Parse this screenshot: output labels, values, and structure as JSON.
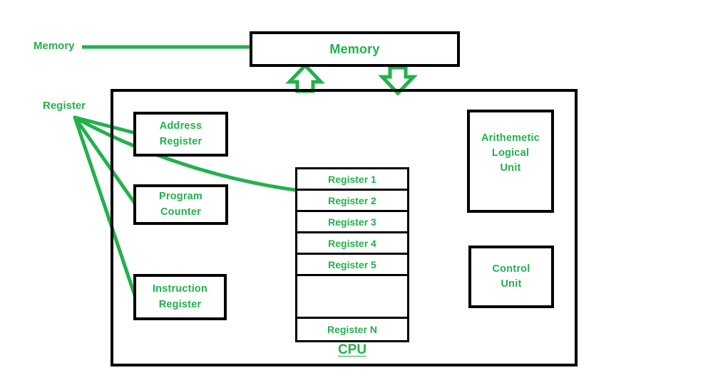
{
  "diagram": {
    "title": "CPU and Memory Register Diagram",
    "accent_color": "#22b14c",
    "line_color": "#000000",
    "background": "#ffffff"
  },
  "labels": {
    "memory_callout": "Memory",
    "register_callout": "Register"
  },
  "memory": {
    "title": "Memory"
  },
  "cpu": {
    "caption": "CPU",
    "left_boxes": [
      {
        "name": "address-register",
        "label": "Address\nRegister"
      },
      {
        "name": "program-counter",
        "label": "Program\nCounter"
      },
      {
        "name": "instruction-register",
        "label": "Instruction\nRegister"
      }
    ],
    "right_boxes": [
      {
        "name": "arithmetic-logical-unit",
        "label": "Arithemetic\nLogical\nUnit"
      },
      {
        "name": "control-unit",
        "label": "Control\nUnit"
      }
    ],
    "register_stack": [
      "Register 1",
      "Register 2",
      "Register 3",
      "Register 4",
      "Register 5",
      "",
      "Register N"
    ]
  },
  "arrows": [
    {
      "name": "memory-read-arrow",
      "direction": "up"
    },
    {
      "name": "memory-write-arrow",
      "direction": "down"
    }
  ]
}
